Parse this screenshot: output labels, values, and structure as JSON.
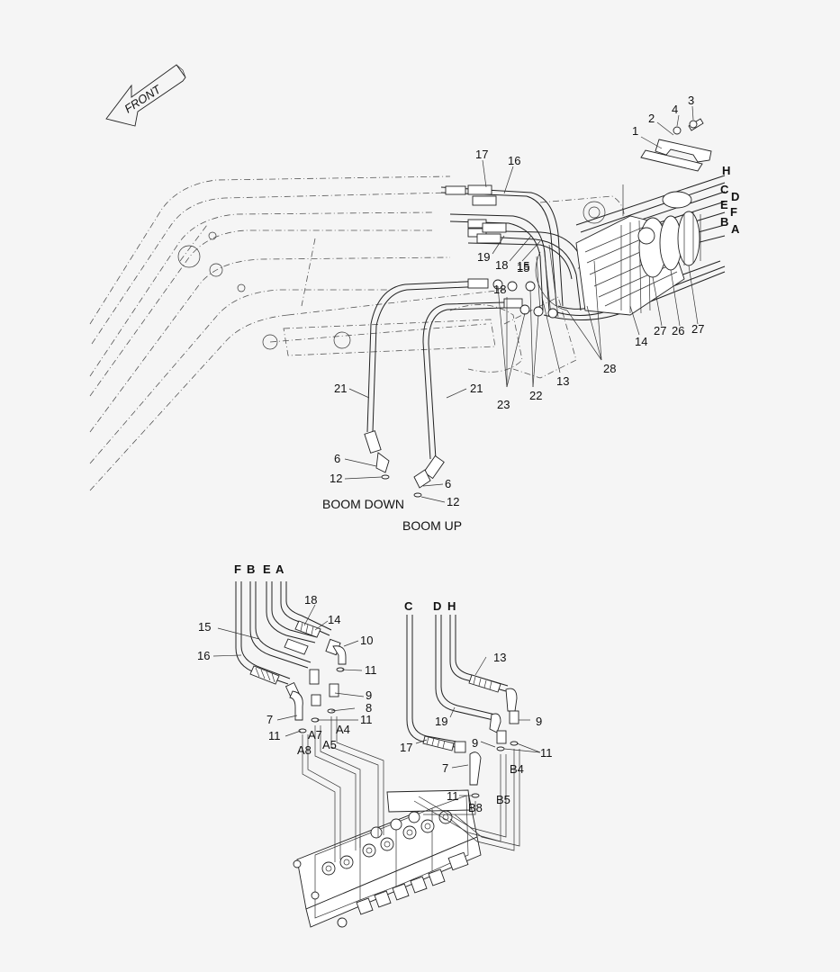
{
  "front_arrow_label": "FRONT",
  "captions": {
    "boom_down": "BOOM DOWN",
    "boom_up": "BOOM UP"
  },
  "callouts_top": {
    "n1": "1",
    "n2": "2",
    "n3": "3",
    "n4": "4",
    "n17": "17",
    "n16": "16",
    "n19": "19",
    "n18a": "18",
    "n15a": "15",
    "n18b": "18",
    "n15b": "15",
    "n14": "14",
    "n27a": "27",
    "n26": "26",
    "n27b": "27",
    "n28": "28",
    "n13": "13",
    "n22": "22",
    "n23": "23",
    "n21a": "21",
    "n21b": "21",
    "n6a": "6",
    "n12a": "12",
    "n6b": "6",
    "n12b": "12"
  },
  "port_letters_top": [
    "H",
    "C",
    "D",
    "E",
    "F",
    "B",
    "A"
  ],
  "callouts_bottom": {
    "F": "F",
    "B": "B",
    "E": "E",
    "A": "A",
    "C": "C",
    "D": "D",
    "H": "H",
    "n18": "18",
    "n14": "14",
    "n15": "15",
    "n10": "10",
    "n16": "16",
    "n11a": "11",
    "n9a": "9",
    "n8": "8",
    "n11b": "11",
    "n7a": "7",
    "n11c": "11",
    "A7": "A7",
    "A4": "A4",
    "A5": "A5",
    "A8": "A8",
    "n13": "13",
    "n19": "19",
    "n9b": "9",
    "n17": "17",
    "n9c": "9",
    "n11d": "11",
    "n7b": "7",
    "B4": "B4",
    "n11e": "11",
    "B5": "B5",
    "B8": "B8"
  }
}
